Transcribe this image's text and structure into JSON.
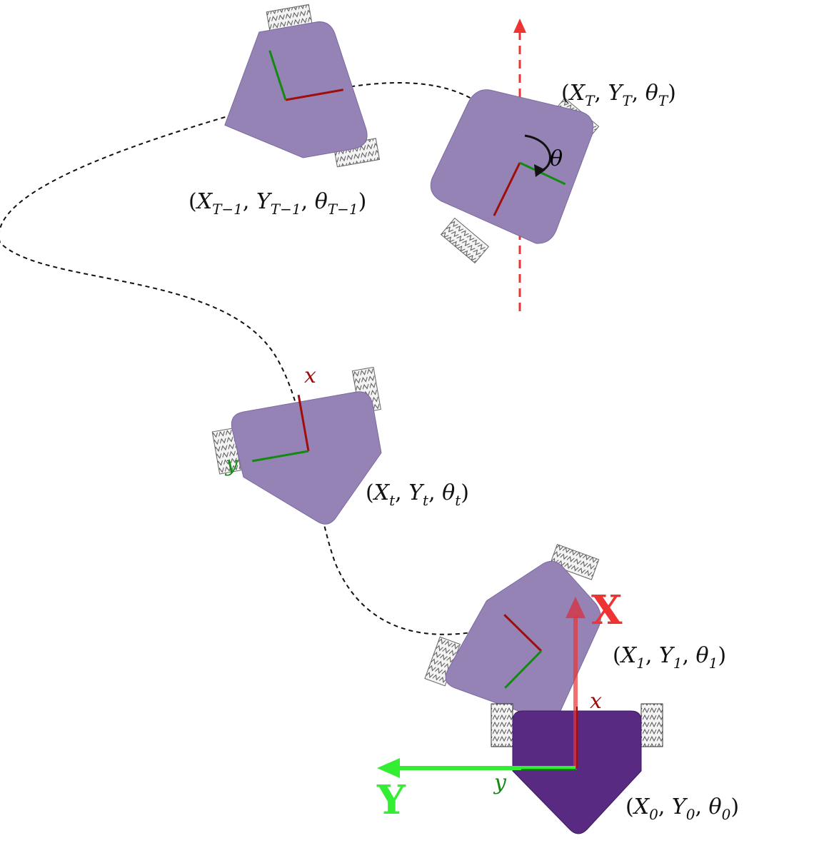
{
  "colors": {
    "robot_light": "#9683b5",
    "robot_dark": "#582a82",
    "body_x_axis": "#a00d0d",
    "body_y_axis": "#128a12",
    "world_x_axis": "#ee3333",
    "world_y_axis": "#33ee33",
    "heading_ref": "#ee3333",
    "trajectory": "#111111"
  },
  "world_frame": {
    "x_label": "X",
    "y_label": "Y"
  },
  "body_frame": {
    "x_label": "x",
    "y_label": "y"
  },
  "angle_label": "θ",
  "poses": [
    {
      "id": "T-1",
      "sym_x": "X",
      "sym_y": "Y",
      "sym_theta": "θ",
      "sub": "T−1"
    },
    {
      "id": "T",
      "sym_x": "X",
      "sym_y": "Y",
      "sym_theta": "θ",
      "sub": "T"
    },
    {
      "id": "t",
      "sym_x": "X",
      "sym_y": "Y",
      "sym_theta": "θ",
      "sub": "t"
    },
    {
      "id": "1",
      "sym_x": "X",
      "sym_y": "Y",
      "sym_theta": "θ",
      "sub": "1"
    },
    {
      "id": "0",
      "sym_x": "X",
      "sym_y": "Y",
      "sym_theta": "θ",
      "sub": "0"
    }
  ]
}
